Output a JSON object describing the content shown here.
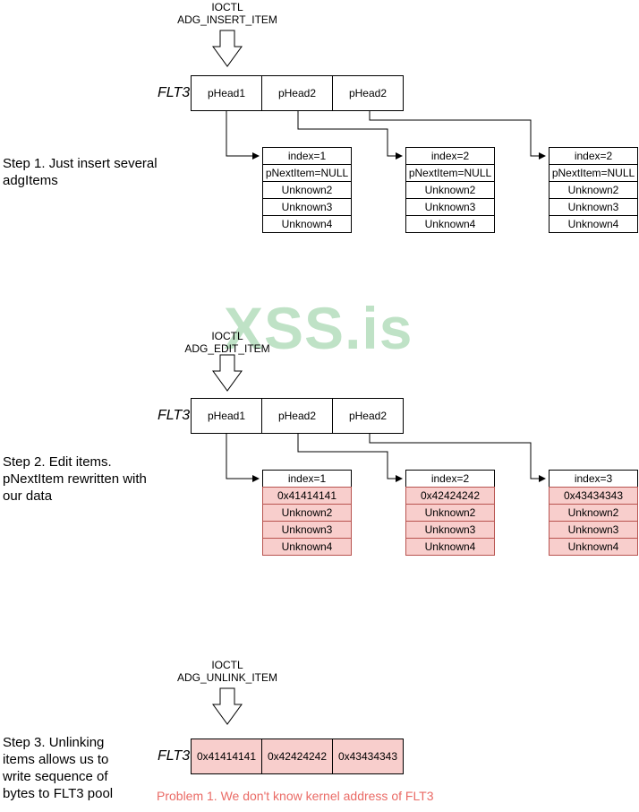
{
  "watermark": "XSS.is",
  "step1": {
    "ioctl_line1": "IOCTL",
    "ioctl_line2": "ADG_INSERT_ITEM",
    "flt_label": "FLT3",
    "heads": [
      "pHead1",
      "pHead2",
      "pHead2"
    ],
    "description": "Step 1. Just insert several adgItems",
    "items": [
      {
        "rows": [
          "index=1",
          "pNextItem=NULL",
          "Unknown2",
          "Unknown3",
          "Unknown4"
        ]
      },
      {
        "rows": [
          "index=2",
          "pNextItem=NULL",
          "Unknown2",
          "Unknown3",
          "Unknown4"
        ]
      },
      {
        "rows": [
          "index=2",
          "pNextItem=NULL",
          "Unknown2",
          "Unknown3",
          "Unknown4"
        ]
      }
    ]
  },
  "step2": {
    "ioctl_line1": "IOCTL",
    "ioctl_line2": "ADG_EDIT_ITEM",
    "flt_label": "FLT3",
    "heads": [
      "pHead1",
      "pHead2",
      "pHead2"
    ],
    "description": "Step 2. Edit items. pNextItem rewritten with our data",
    "items": [
      {
        "rows": [
          "index=1",
          "0x41414141",
          "Unknown2",
          "Unknown3",
          "Unknown4"
        ]
      },
      {
        "rows": [
          "index=2",
          "0x42424242",
          "Unknown2",
          "Unknown3",
          "Unknown4"
        ]
      },
      {
        "rows": [
          "index=3",
          "0x43434343",
          "Unknown2",
          "Unknown3",
          "Unknown4"
        ]
      }
    ]
  },
  "step3": {
    "ioctl_line1": "IOCTL",
    "ioctl_line2": "ADG_UNLINK_ITEM",
    "flt_label": "FLT3",
    "cells": [
      "0x41414141",
      "0x42424242",
      "0x43434343"
    ],
    "description": "Step 3. Unlinking items allows us to write sequence of bytes to FLT3 pool",
    "problem": "Problem 1. We don't know kernel address of FLT3"
  },
  "colors": {
    "highlight_fill": "#f8cecc",
    "highlight_stroke": "#b85450",
    "problem_text": "#ea6b66",
    "watermark": "#3aa650"
  }
}
